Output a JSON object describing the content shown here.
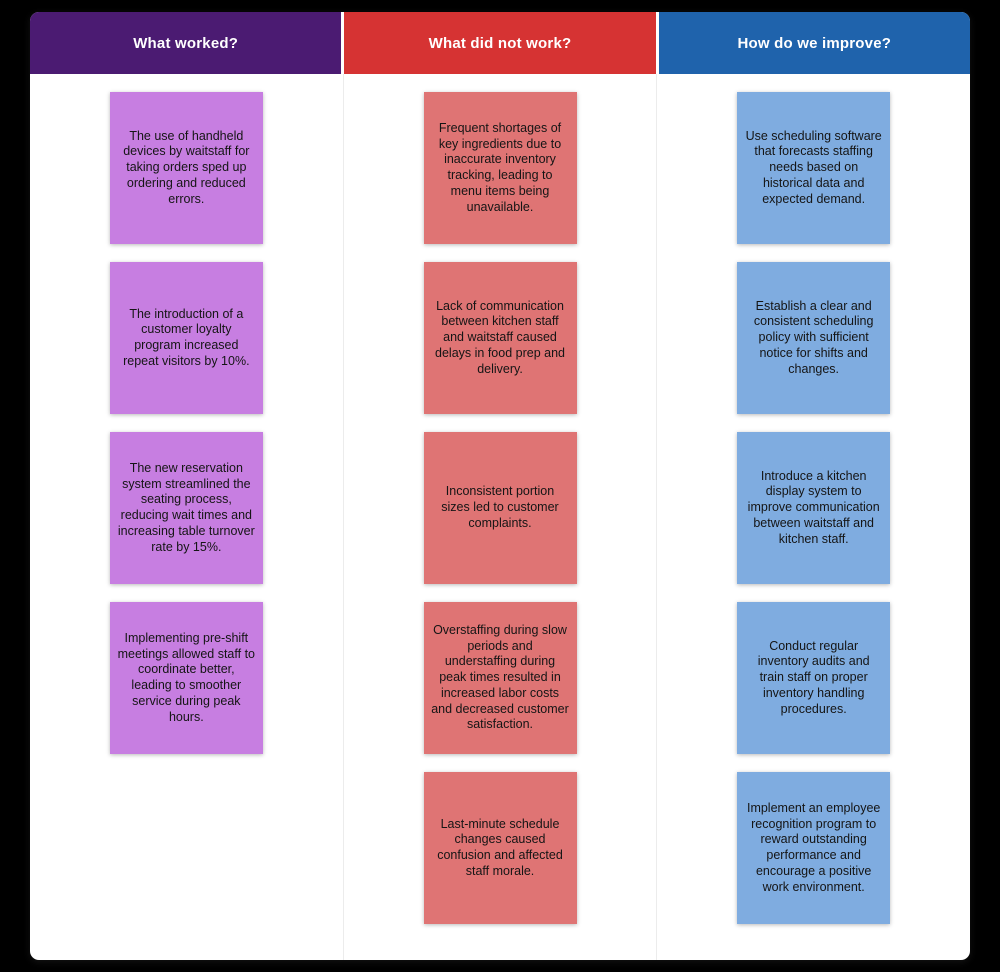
{
  "board": {
    "background_color": "#000000",
    "canvas_color": "#FFFFFF",
    "header_text_color": "#FFFFFF",
    "note_text_color": "#151515",
    "columns": [
      {
        "id": "what-worked",
        "title": "What worked?",
        "header_color": "#4B1B72",
        "note_color": "#C77EE1",
        "notes": [
          "The use of handheld devices by waitstaff for taking orders sped up ordering and reduced errors.",
          "The introduction of a customer loyalty program increased repeat visitors by 10%.",
          "The new reservation system streamlined the seating process, reducing wait times and increasing table turnover rate by 15%.",
          "Implementing pre-shift meetings allowed staff to coordinate better, leading to smoother service during peak hours."
        ]
      },
      {
        "id": "what-did-not-work",
        "title": "What did not work?",
        "header_color": "#D63333",
        "note_color": "#DF7474",
        "notes": [
          "Frequent shortages of key ingredients due to inaccurate inventory tracking, leading to menu items being unavailable.",
          "Lack of communication between kitchen staff and waitstaff caused delays in food prep and delivery.",
          "Inconsistent portion sizes led to customer complaints.",
          "Overstaffing during slow periods and understaffing during peak times resulted in increased labor costs and decreased customer satisfaction.",
          "Last-minute schedule changes caused confusion and affected staff morale."
        ]
      },
      {
        "id": "how-do-we-improve",
        "title": "How do we improve?",
        "header_color": "#1F63AC",
        "note_color": "#7FACE0",
        "notes": [
          "Use scheduling software that forecasts staffing needs based on historical data and expected demand.",
          "Establish a clear and consistent scheduling policy with sufficient notice for shifts and changes.",
          "Introduce a kitchen display system to improve communication between waitstaff and kitchen staff.",
          "Conduct regular inventory audits and train staff on proper inventory handling procedures.",
          "Implement an employee recognition program to reward outstanding performance and encourage a positive work environment."
        ]
      }
    ]
  }
}
